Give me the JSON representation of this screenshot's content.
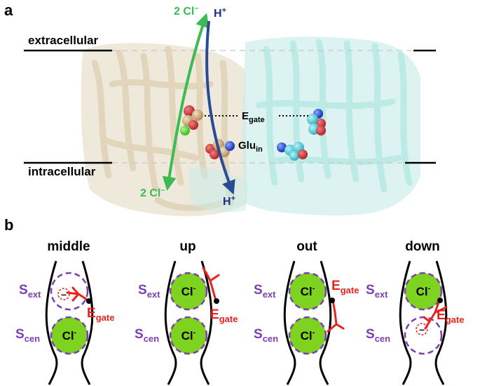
{
  "panel_a": {
    "letter": "a",
    "extracellular": "extracellular",
    "intracellular": "intracellular",
    "egate": {
      "main": "E",
      "sub": "gate"
    },
    "gluin": {
      "main": "Glu",
      "sub": "in"
    },
    "cl_top": {
      "main": "2 Cl",
      "sup": "–"
    },
    "cl_bottom": {
      "main": "2 Cl",
      "sup": "–"
    },
    "h_top": {
      "main": "H",
      "sup": "+"
    },
    "h_bottom": {
      "main": "H",
      "sup": "+"
    }
  },
  "panel_b": {
    "letter": "b",
    "site_ext": {
      "main": "S",
      "sub": "ext"
    },
    "site_cen": {
      "main": "S",
      "sub": "cen"
    },
    "ion": {
      "main": "Cl",
      "sup": "-"
    },
    "egate": {
      "main": "E",
      "sub": "gate"
    },
    "minus": "–",
    "states": [
      {
        "title": "middle"
      },
      {
        "title": "up"
      },
      {
        "title": "out"
      },
      {
        "title": "down"
      }
    ]
  },
  "colors": {
    "cl_arrow": "#3cba54",
    "h_arrow": "#2a4a96",
    "egate": "#e8231c",
    "site": "#7a3fb0",
    "ion_fill": "#7ed321",
    "protein_left": "#e6dcc4",
    "protein_right": "#c4ece9"
  }
}
